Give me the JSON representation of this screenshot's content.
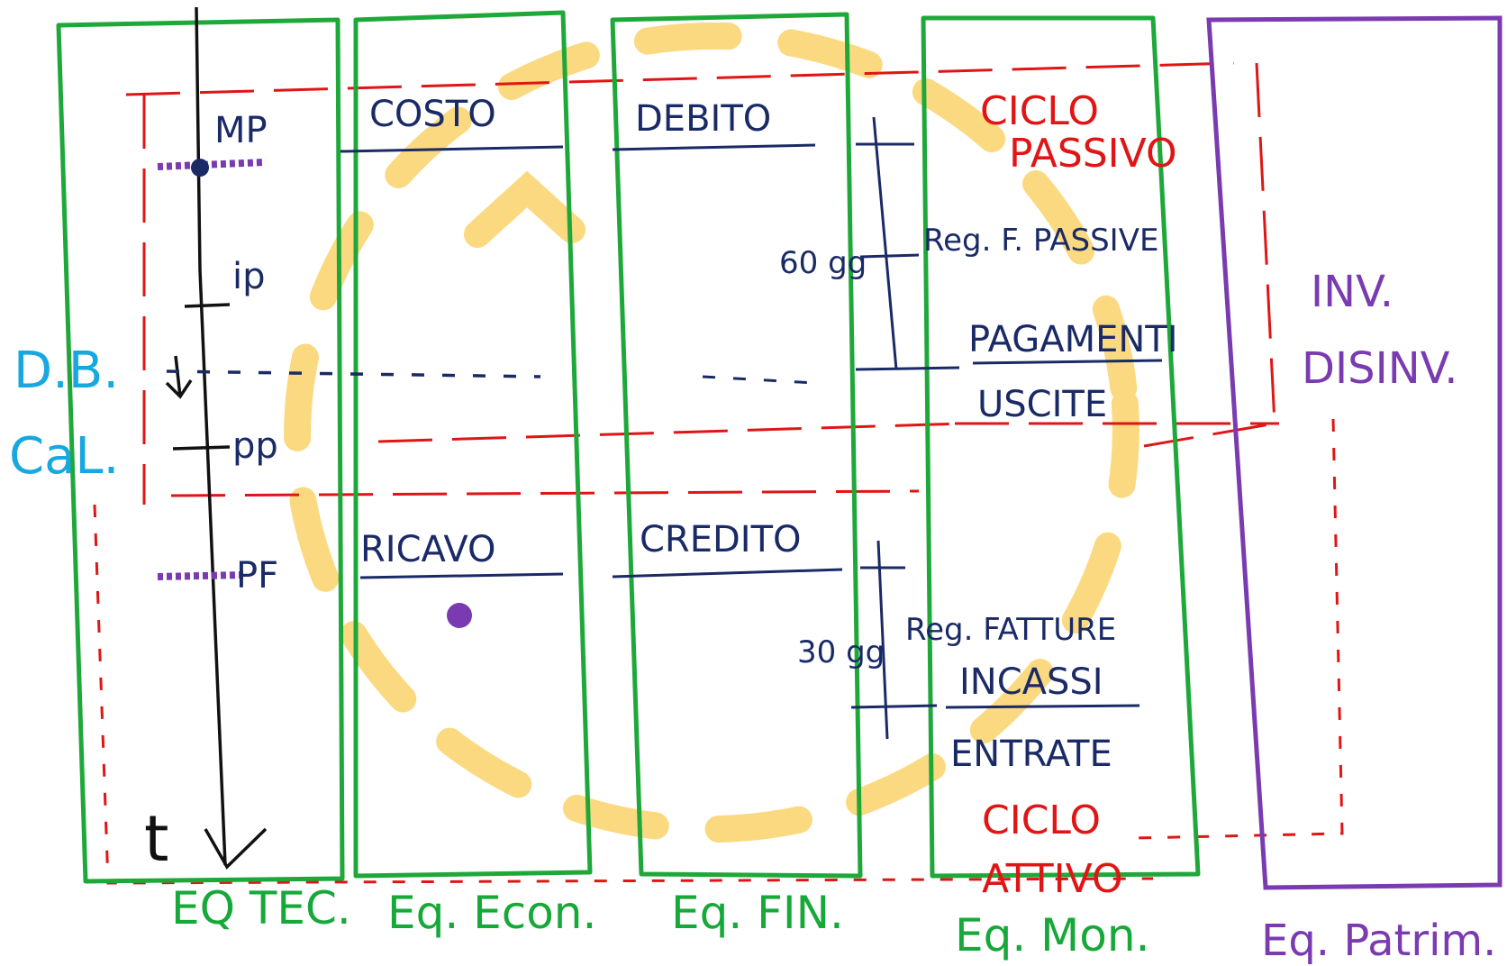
{
  "columns": {
    "tec": {
      "label": "EQ TEC.",
      "markers": {
        "mp": "MP",
        "ip": "ip",
        "pp": "pp",
        "pf": "PF",
        "time": "t"
      }
    },
    "econ": {
      "label": "Eq. Econ.",
      "top": "COSTO",
      "bottom": "RICAVO"
    },
    "fin": {
      "label": "Eq. FIN.",
      "top": "DEBITO",
      "bottom": "CREDITO",
      "term_top": "60 gg",
      "term_bottom": "30 gg"
    },
    "mon": {
      "label": "Eq. Mon.",
      "cycle_top": [
        "CICLO",
        "PASSIVO"
      ],
      "reg_top": "Reg. F. PASSIVE",
      "pay": "PAGAMENTI",
      "out": "USCITE",
      "reg_bottom": "Reg. FATTURE",
      "inc": "INCASSI",
      "in": "ENTRATE",
      "cycle_bottom": [
        "CICLO",
        "ATTIVO"
      ]
    },
    "patr": {
      "label": "Eq. Patrim.",
      "note": [
        "INV.",
        "DISINV."
      ]
    }
  },
  "side_label": [
    "D.B.",
    "CaL."
  ],
  "colors": {
    "green": "#1fa83a",
    "red": "#e01515",
    "navy": "#1a2a66",
    "purple": "#7a3bb0",
    "cyan": "#17a8e0",
    "yellow": "#f8c94a"
  }
}
